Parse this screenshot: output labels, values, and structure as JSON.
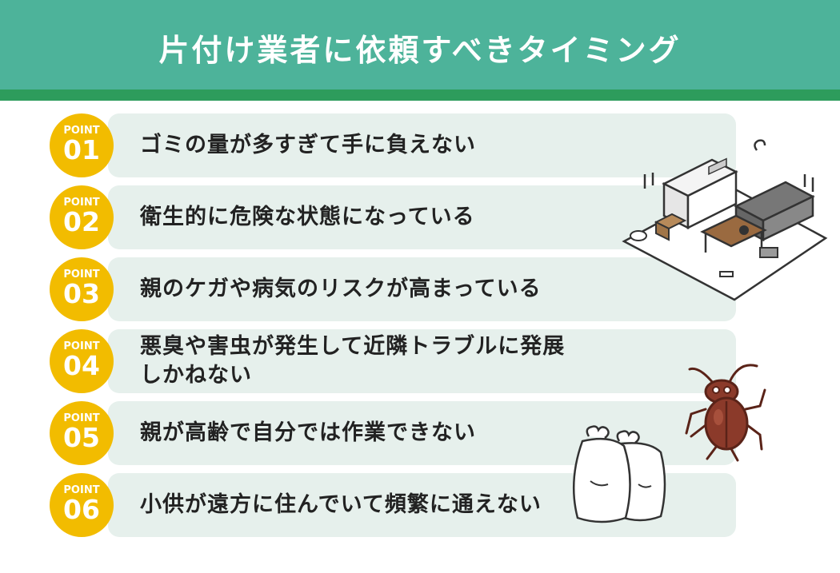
{
  "header": {
    "title": "片付け業者に依頼すべきタイミング"
  },
  "points": [
    {
      "label": "POINT",
      "number": "01",
      "text": "ゴミの量が多すぎて手に負えない"
    },
    {
      "label": "POINT",
      "number": "02",
      "text": "衛生的に危険な状態になっている"
    },
    {
      "label": "POINT",
      "number": "03",
      "text": "親のケガや病気のリスクが高まっている"
    },
    {
      "label": "POINT",
      "number": "04",
      "text": "悪臭や害虫が発生して近隣トラブルに発展しかねない"
    },
    {
      "label": "POINT",
      "number": "05",
      "text": "親が高齢で自分では作業できない"
    },
    {
      "label": "POINT",
      "number": "06",
      "text": "小供が遠方に住んでいて頻繁に通えない"
    }
  ],
  "colors": {
    "header_bg": "#4db39a",
    "header_border": "#2d9c5c",
    "row_bg": "#e6f0ec",
    "badge": "#f2bc00",
    "cockroach": "#8b3a2a"
  },
  "illustrations": [
    "messy-room-icon",
    "cockroach-icon",
    "garbage-bags-icon"
  ]
}
